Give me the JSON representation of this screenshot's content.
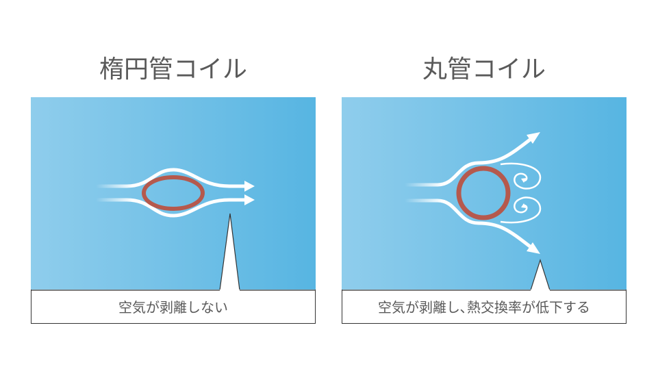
{
  "left": {
    "title": "楕円管コイル",
    "caption": "空気が剥離しない"
  },
  "right": {
    "title": "丸管コイル",
    "caption": "空気が剥離し､熱交換率が低下する"
  },
  "colors": {
    "bg_light": "#8fcdec",
    "bg_dark": "#57b5e2",
    "tube": "#b5594d",
    "flow": "#ffffff",
    "text": "#595959"
  }
}
